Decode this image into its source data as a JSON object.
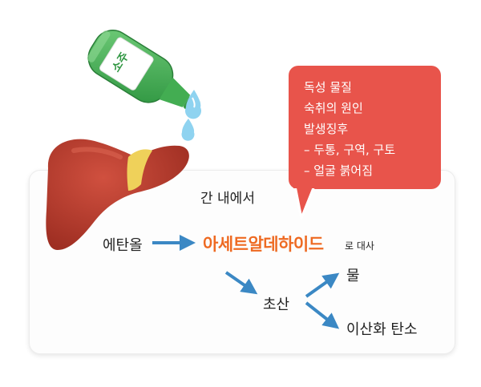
{
  "bottle": {
    "label": "소주"
  },
  "panel": {
    "location_text": "간 내에서",
    "ethanol": "에탄올",
    "acetaldehyde": "아세트알데하이드",
    "metabolized_text": "로 대사",
    "acetic_acid": "초산",
    "water": "물",
    "carbon_dioxide": "이산화 탄소"
  },
  "callout": {
    "lines": [
      "독성 물질",
      "숙취의 원인",
      "발생징후",
      "– 두통, 구역, 구토",
      "– 얼굴 붉어짐"
    ]
  },
  "colors": {
    "callout_bg": "#e8544b",
    "arrow": "#3b88c4",
    "highlight": "#ee6a22",
    "liver": "#b93a2c",
    "bottle_glass": "#43ad52"
  }
}
